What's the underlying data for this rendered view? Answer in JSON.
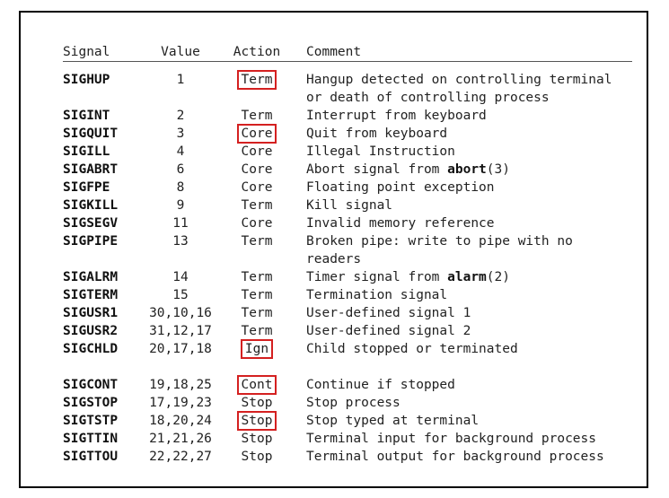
{
  "header": {
    "signal": "Signal",
    "value": "Value",
    "action": "Action",
    "comment": "Comment"
  },
  "rows": [
    {
      "signal": "SIGHUP",
      "value": "1",
      "action": "Term",
      "comment": "Hangup detected on controlling terminal",
      "comment2": "or death of controlling process",
      "highlight": true
    },
    {
      "signal": "SIGINT",
      "value": "2",
      "action": "Term",
      "comment": "Interrupt from keyboard"
    },
    {
      "signal": "SIGQUIT",
      "value": "3",
      "action": "Core",
      "comment": "Quit from keyboard",
      "highlight": true
    },
    {
      "signal": "SIGILL",
      "value": "4",
      "action": "Core",
      "comment": "Illegal Instruction"
    },
    {
      "signal": "SIGABRT",
      "value": "6",
      "action": "Core",
      "comment_pre": "Abort signal from ",
      "comment_bold": "abort",
      "comment_post": "(3)"
    },
    {
      "signal": "SIGFPE",
      "value": "8",
      "action": "Core",
      "comment": "Floating point exception"
    },
    {
      "signal": "SIGKILL",
      "value": "9",
      "action": "Term",
      "comment": "Kill signal"
    },
    {
      "signal": "SIGSEGV",
      "value": "11",
      "action": "Core",
      "comment": "Invalid memory reference"
    },
    {
      "signal": "SIGPIPE",
      "value": "13",
      "action": "Term",
      "comment": "Broken pipe: write to pipe with no",
      "comment2": "readers"
    },
    {
      "signal": "SIGALRM",
      "value": "14",
      "action": "Term",
      "comment_pre": "Timer signal from ",
      "comment_bold": "alarm",
      "comment_post": "(2)"
    },
    {
      "signal": "SIGTERM",
      "value": "15",
      "action": "Term",
      "comment": "Termination signal"
    },
    {
      "signal": "SIGUSR1",
      "value": "30,10,16",
      "action": "Term",
      "comment": "User-defined signal 1"
    },
    {
      "signal": "SIGUSR2",
      "value": "31,12,17",
      "action": "Term",
      "comment": "User-defined signal 2"
    },
    {
      "signal": "SIGCHLD",
      "value": "20,17,18",
      "action": "Ign",
      "comment": "Child stopped or terminated",
      "highlight": true
    },
    {
      "signal": "SIGCONT",
      "value": "19,18,25",
      "action": "Cont",
      "comment": "Continue if stopped",
      "highlight": true
    },
    {
      "signal": "SIGSTOP",
      "value": "17,19,23",
      "action": "Stop",
      "comment": "Stop process"
    },
    {
      "signal": "SIGTSTP",
      "value": "18,20,24",
      "action": "Stop",
      "comment": "Stop typed at terminal",
      "highlight": true
    },
    {
      "signal": "SIGTTIN",
      "value": "21,21,26",
      "action": "Stop",
      "comment": "Terminal input for background process"
    },
    {
      "signal": "SIGTTOU",
      "value": "22,22,27",
      "action": "Stop",
      "comment": "Terminal output for background process"
    }
  ],
  "highlight_color": "#d42020"
}
